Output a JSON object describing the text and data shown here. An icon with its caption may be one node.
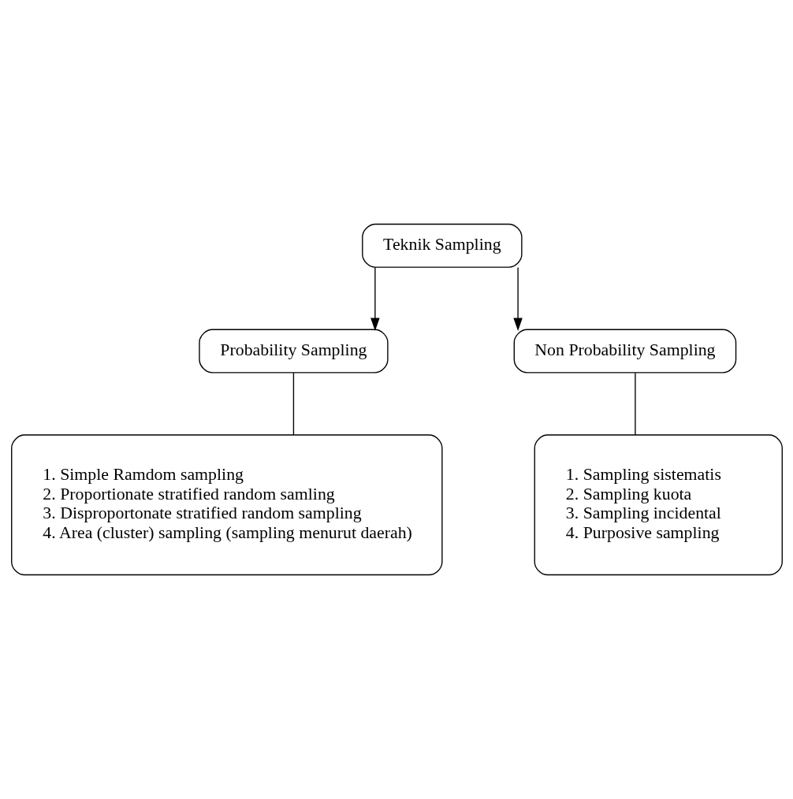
{
  "diagram": {
    "nodes": [
      {
        "text": [
          "Teknik Sampling"
        ]
      },
      {
        "text": [
          "Probability Sampling"
        ]
      },
      {
        "text": [
          "Non Probability Sampling"
        ]
      },
      {
        "text": [
          "1. Simple Ramdom sampling",
          "2. Proportionate stratified random samling",
          "3. Disproportonate stratified random sampling",
          "4. Area (cluster) sampling (sampling menurut daerah)"
        ]
      },
      {
        "text": [
          "1. Sampling sistematis",
          "2. Sampling kuota",
          "3. Sampling incidental",
          "4. Purposive sampling"
        ]
      }
    ],
    "edges": [
      {
        "from": 0,
        "to": 1,
        "arrow": "to"
      },
      {
        "from": 0,
        "to": 2,
        "arrow": "to"
      },
      {
        "from": 1,
        "to": 3,
        "arrow": "none"
      },
      {
        "from": 2,
        "to": 4,
        "arrow": "none"
      }
    ]
  }
}
